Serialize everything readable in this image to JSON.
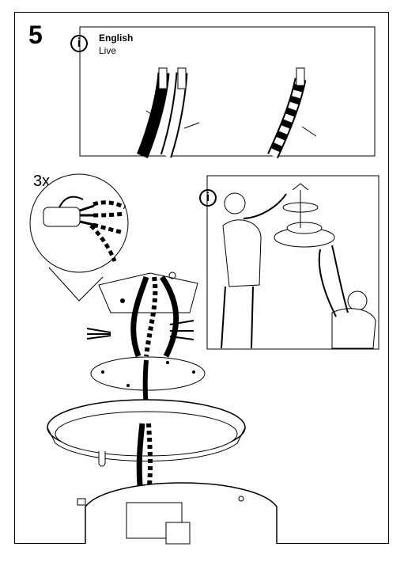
{
  "step": {
    "number": "5"
  },
  "info_top": {
    "icon": "info-icon",
    "language": "English",
    "term": "Live"
  },
  "detail": {
    "multiplier": "3x"
  },
  "info_people": {
    "icon": "info-icon"
  }
}
